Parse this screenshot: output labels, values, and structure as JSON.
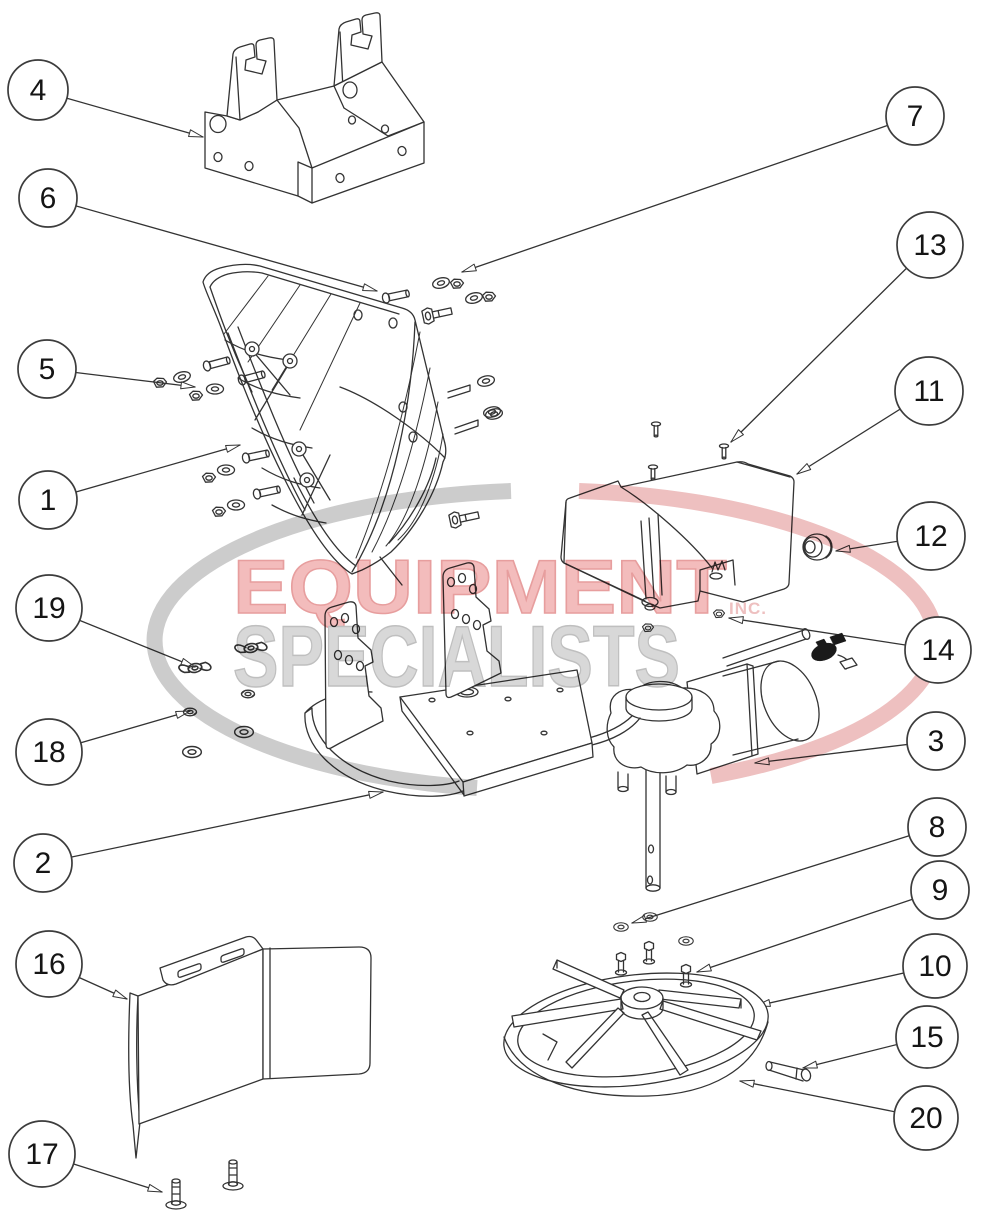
{
  "watermark": {
    "line1": "EQUIPMENT",
    "line2": "SPECIALISTS",
    "suffix": "INC.",
    "text_red": "#f3bcbc",
    "text_gray": "#d8d8d8",
    "arc_red": "#eec0c0",
    "arc_gray": "#cccccc"
  },
  "callouts": [
    {
      "label": "1"
    },
    {
      "label": "2"
    },
    {
      "label": "3"
    },
    {
      "label": "4"
    },
    {
      "label": "5"
    },
    {
      "label": "6"
    },
    {
      "label": "7"
    },
    {
      "label": "8"
    },
    {
      "label": "9"
    },
    {
      "label": "10"
    },
    {
      "label": "11"
    },
    {
      "label": "12"
    },
    {
      "label": "13"
    },
    {
      "label": "14"
    },
    {
      "label": "15"
    },
    {
      "label": "16"
    },
    {
      "label": "17"
    },
    {
      "label": "18"
    },
    {
      "label": "19"
    },
    {
      "label": "20"
    }
  ]
}
